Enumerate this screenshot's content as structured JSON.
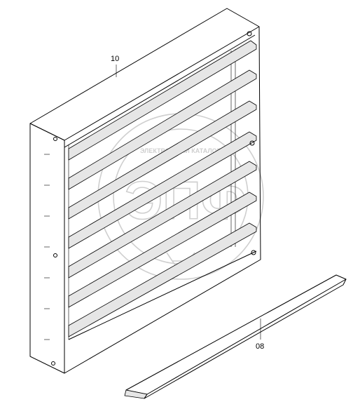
{
  "parts": [
    {
      "id": "frame",
      "label": "10"
    },
    {
      "id": "strip",
      "label": "08"
    }
  ],
  "watermark": {
    "letters": "ЭПФ",
    "arc_text": "ЭЛЕКТРОННЫЙ КАТАЛОГ"
  }
}
